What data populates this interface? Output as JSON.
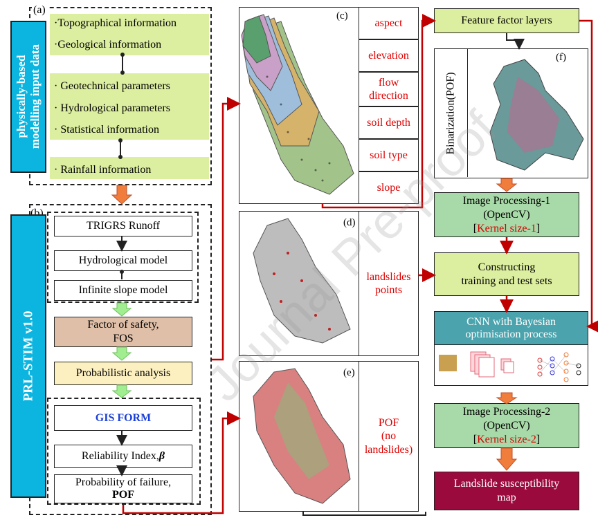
{
  "panel_a": {
    "label": "(a)",
    "side_title_1": "physically-based",
    "side_title_2": "modelling input data",
    "items": [
      "·Topographical information",
      "·Geological information",
      "· Geotechnical parameters",
      "· Hydrological parameters",
      "· Statistical information",
      "· Rainfall information"
    ]
  },
  "panel_b": {
    "label": "(b)",
    "side_title": "PRL-STIM v1.0",
    "trigrs": "TRIGRS Runoff",
    "hydro": "Hydrological model",
    "infinite": "Infinite slope model",
    "fos_1": "Factor of safety,",
    "fos_2": "FOS",
    "prob": "Probabilistic analysis",
    "gis": "GIS FORM",
    "reliability": "Reliability Index, ",
    "beta": "β",
    "pof_1": "Probability of failure,",
    "pof_2": "POF"
  },
  "panel_c": {
    "label": "(c)",
    "factors": [
      "aspect",
      "elevation",
      "flow direction",
      "soil depth",
      "soil type",
      "slope"
    ]
  },
  "panel_d": {
    "label": "(d)",
    "text": "landslides points"
  },
  "panel_e": {
    "label": "(e)",
    "text_1": "POF",
    "text_2": "(no",
    "text_3": "landslides)"
  },
  "right": {
    "feature": "Feature factor layers",
    "f_label": "(f)",
    "binarization": "Binarization(POF)",
    "ip1_1": "Image Processing-1",
    "ip1_2": "(OpenCV)",
    "ip1_k": "Kernel size-1",
    "construct_1": "Constructing",
    "construct_2": "training and test sets",
    "cnn_1": "CNN with Bayesian",
    "cnn_2": "optimisation process",
    "ip2_1": "Image Processing-2",
    "ip2_2": "(OpenCV)",
    "ip2_k": "Kernel size-2",
    "final_1": "Landslide susceptibility",
    "final_2": "map"
  },
  "watermark": "Journal Pre-proof",
  "colors": {
    "red": "#c00000",
    "blue": "#0bb5e0",
    "green_band": "#dcee9f",
    "teal": "#4aa3ad",
    "maroon": "#9b0a3d"
  }
}
